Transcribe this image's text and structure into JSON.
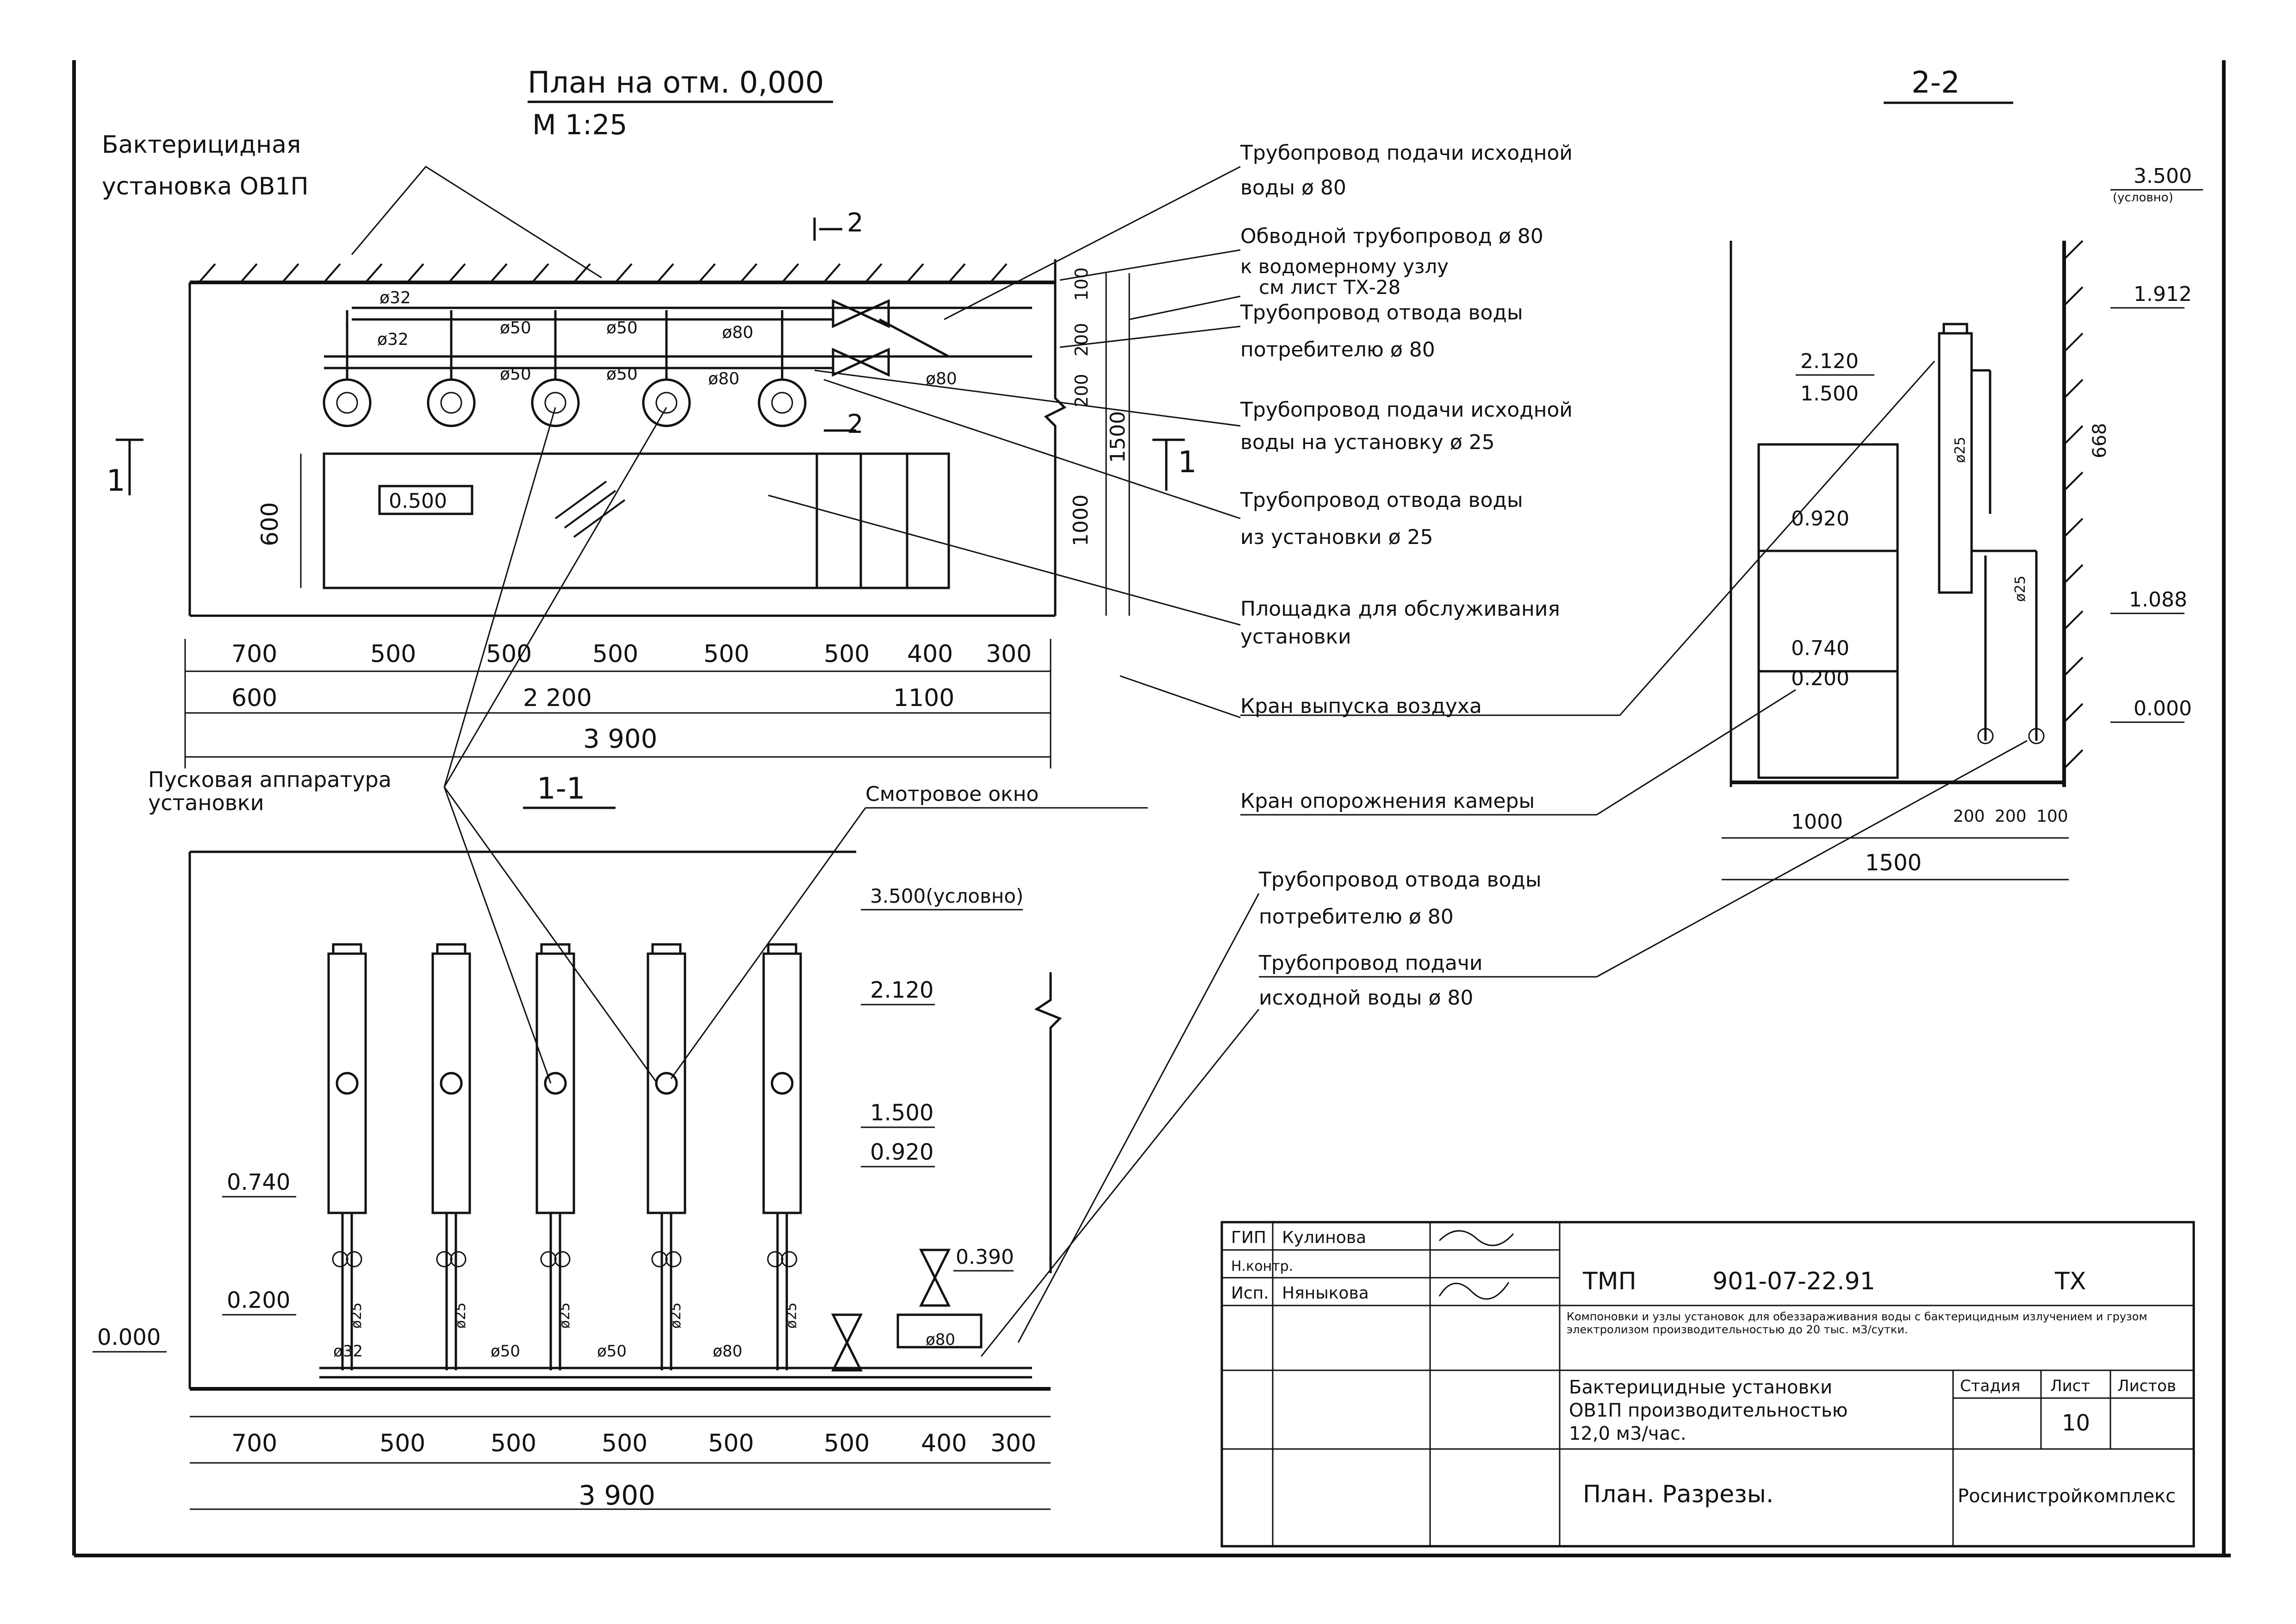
{
  "plan": {
    "title": "План на отм. 0,000",
    "scale": "М  1:25",
    "section_mark_2": "2",
    "section_mark_1": "1",
    "pipe_labels": [
      "ø32",
      "ø32",
      "ø50",
      "ø50",
      "ø50",
      "ø50",
      "ø80",
      "ø80",
      "ø80"
    ],
    "platform_level": "0.500",
    "dim_600": "600",
    "dim_right": [
      "100",
      "200",
      "200",
      "1500",
      "1000"
    ],
    "dims_row1": [
      "700",
      "500",
      "500",
      "500",
      "500",
      "500",
      "400",
      "300"
    ],
    "dims_row2": [
      "600",
      "2 200",
      "1100"
    ],
    "dims_total": "3 900"
  },
  "section_1_1": {
    "title": "1-1",
    "levels": [
      "3.500(условно)",
      "2.120",
      "1.500",
      "0.920",
      "0.740",
      "0.200",
      "0.000",
      "0.390"
    ],
    "pipe_labels": [
      "ø32",
      "ø50",
      "ø50",
      "ø80",
      "ø80",
      "ø25",
      "ø25",
      "ø25",
      "ø25",
      "ø25"
    ],
    "dims_row1": [
      "700",
      "500",
      "500",
      "500",
      "500",
      "500",
      "400",
      "300"
    ],
    "dims_total": "3 900"
  },
  "section_2_2": {
    "title": "2-2",
    "levels": [
      "3.500",
      "(условно)",
      "1.912",
      "1.088",
      "0.000",
      "2.120",
      "1.500",
      "0.920",
      "0.740",
      "0.200"
    ],
    "dim_668": "668",
    "pipe_labels": [
      "ø25",
      "ø25"
    ],
    "dims_row1": [
      "1000",
      "200",
      "200",
      "100"
    ],
    "dims_total": "1500"
  },
  "callouts": {
    "bact_unit": [
      "Бактерицидная",
      "установка ОВ1П"
    ],
    "start_gear": [
      "Пусковая аппаратура",
      "установки"
    ],
    "view_window": "Смотровое окно",
    "right": [
      [
        "Трубопровод подачи исходной",
        "воды ø 80"
      ],
      [
        "Обводной трубопровод ø 80"
      ],
      [
        "к водомерному узлу",
        "см лист ТХ-28"
      ],
      [
        "Трубопровод отвода воды",
        "потребителю ø 80"
      ],
      [
        "Трубопровод подачи исходной",
        "воды на установку ø 25"
      ],
      [
        "Трубопровод отвода воды",
        "из установки ø 25"
      ],
      [
        "Площадка для обслуживания",
        "установки"
      ],
      [
        "Кран выпуска воздуха"
      ],
      [
        "Кран опорожнения камеры"
      ],
      [
        "Трубопровод отвода воды",
        "потребителю ø 80"
      ],
      [
        "Трубопровод подачи",
        "исходной воды ø 80"
      ]
    ]
  },
  "title_block": {
    "roles": [
      "ГИП",
      "Н.контр.",
      "Исп."
    ],
    "names": [
      "Кулинова",
      "",
      "Няныкова"
    ],
    "code": "ТМП",
    "number": "901-07-22.91",
    "mark": "ТХ",
    "description": "Компоновки и узлы установок для обеззараживания воды с бактерицидным излучением и грузом электролизом производительностью до 20 тыс. м3/сутки.",
    "sheet_title": [
      "Бактерицидные установки",
      "ОВ1П производительностью",
      "12,0 м3/час."
    ],
    "content": "План. Разрезы.",
    "org": "Росинистройкомплекс",
    "headers": [
      "Стадия",
      "Лист",
      "Листов"
    ],
    "sheet_no": "10"
  }
}
